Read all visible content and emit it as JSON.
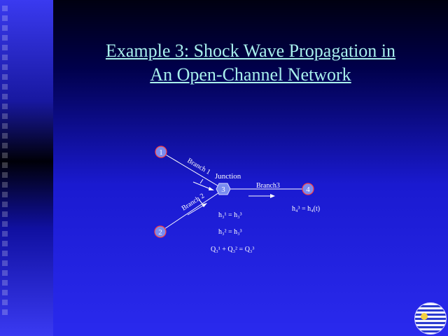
{
  "slide": {
    "title_line1": "Example 3:  Shock Wave Propagation in",
    "title_line2": "An Open-Channel Network"
  },
  "diagram": {
    "nodes": [
      "1",
      "2",
      "3",
      "4"
    ],
    "junction_label": "Junction",
    "branch1_label": "Branch 1",
    "branch2_label": "Branch 2",
    "branch3_label": "Branch3",
    "equations": {
      "eq1": "h₃¹ = h₃³",
      "eq2": "h₃² = h₃³",
      "eq3": "Q₃¹ + Q₃² = Q₃³",
      "eq4": "h₄³ = h₄(t)"
    }
  },
  "colors": {
    "node_fill": "#7a8cf0",
    "node_stroke": "#ff4040",
    "title": "#a8f0ec"
  },
  "logo_icon": "university-logo-icon"
}
